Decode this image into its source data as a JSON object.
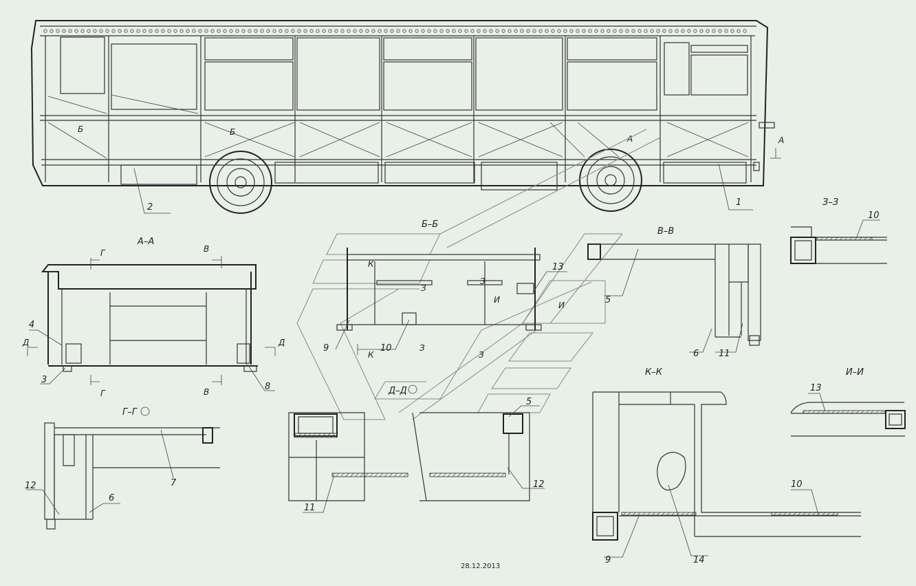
{
  "labels": {
    "n1": "1",
    "n2": "2",
    "n3": "3",
    "n4": "4",
    "n5a": "5",
    "n5b": "5",
    "n6a": "6",
    "n6b": "6",
    "n7": "7",
    "n8": "8",
    "n9a": "9",
    "n9b": "9",
    "n10a": "10",
    "n10b": "10",
    "n10c": "10",
    "n11a": "11",
    "n11b": "11",
    "n12a": "12",
    "n12b": "12",
    "n13a": "13",
    "n13b": "13",
    "n14": "14"
  },
  "sections": {
    "aa": "А–А",
    "bb": "Б–Б",
    "vv": "В–В",
    "zz": "З–З",
    "gg": "Г–Г",
    "kk": "К–К",
    "ii": "И–И",
    "dd": "Д–Д"
  },
  "markers": {
    "A": "А",
    "B": "Б",
    "V": "В",
    "G": "Г",
    "D": "Д",
    "Z": "З",
    "K": "К",
    "I": "И"
  },
  "date": "28.12.2013"
}
